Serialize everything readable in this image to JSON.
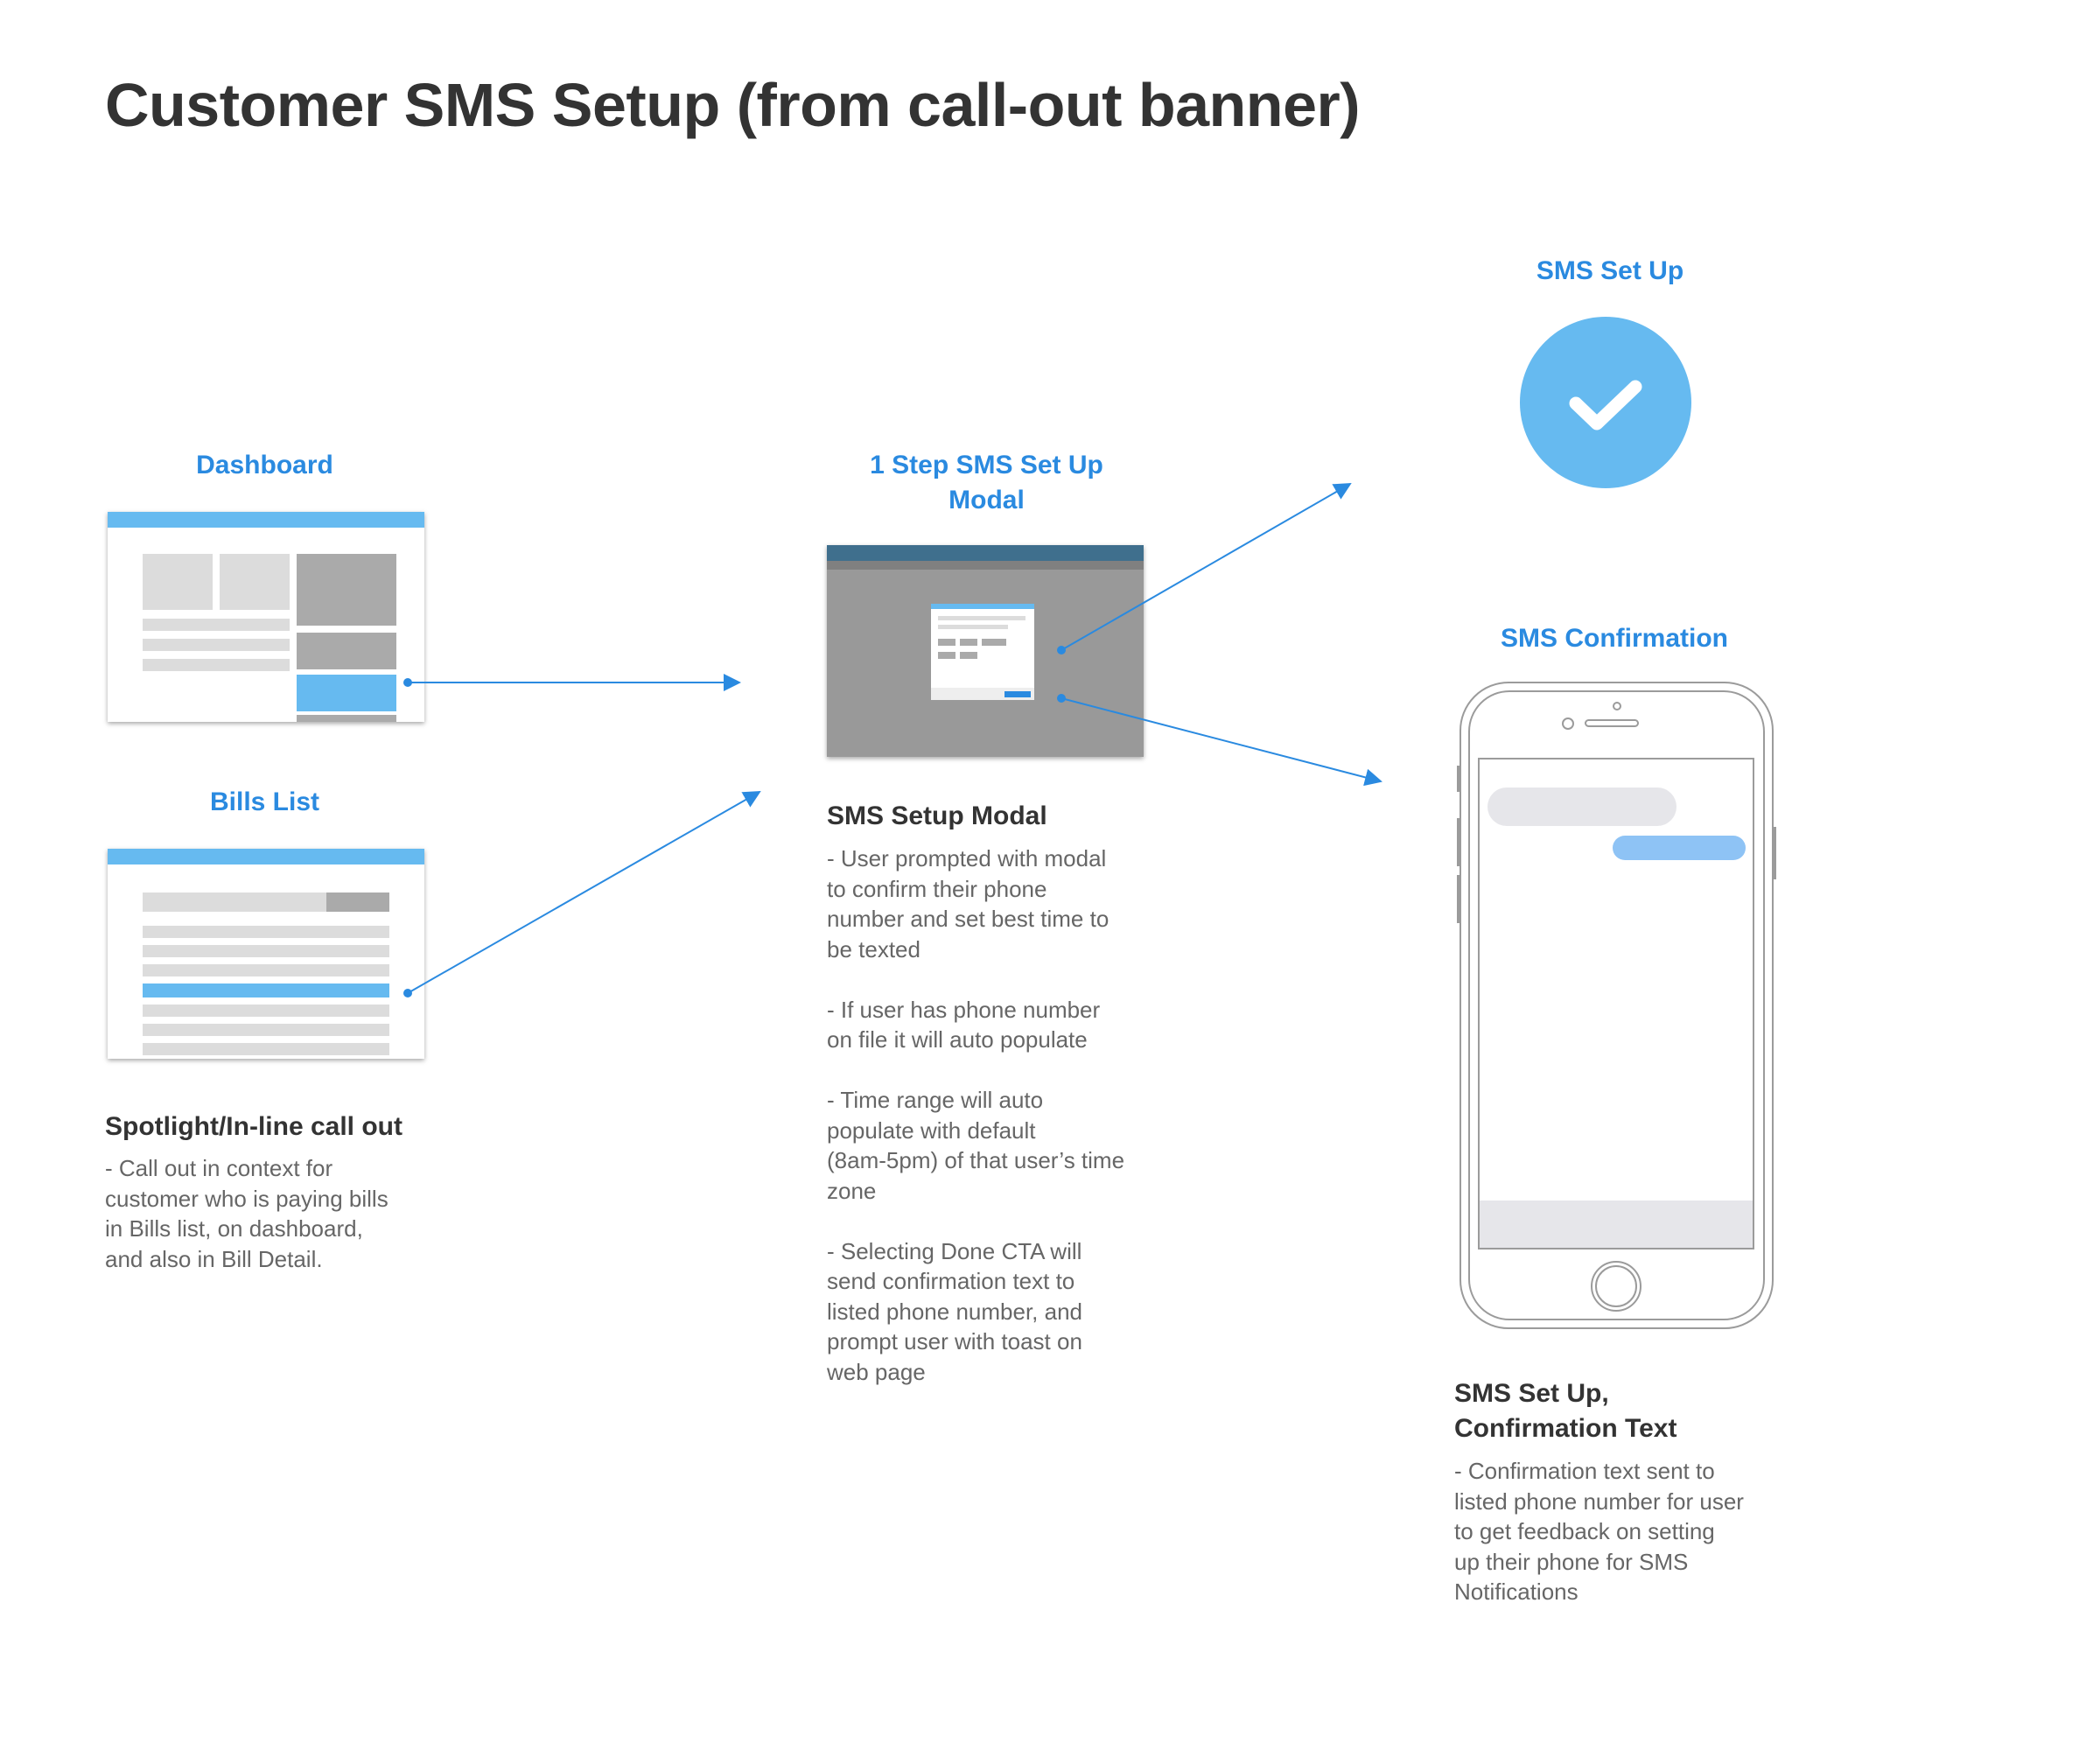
{
  "page": {
    "title": "Customer SMS Setup (from call-out banner)"
  },
  "screens": {
    "dashboard": {
      "label": "Dashboard"
    },
    "bills_list": {
      "label": "Bills List"
    },
    "modal": {
      "label": "1 Step SMS Set Up\nModal"
    },
    "sms_setup": {
      "label": "SMS Set Up"
    },
    "sms_confirmation": {
      "label": "SMS Confirmation"
    }
  },
  "notes": {
    "spotlight": {
      "heading": "Spotlight/In-line call out",
      "body": "- Call out in context for\ncustomer who is paying bills\nin Bills list, on dashboard,\nand also in Bill Detail."
    },
    "modal": {
      "heading": "SMS Setup Modal",
      "body": "- User prompted with modal\nto confirm their phone\nnumber and set best time to\nbe texted\n\n- If user has phone number\non file it will auto populate\n\n- Time range will auto\npopulate with default\n(8am-5pm) of that user’s time\nzone\n\n- Selecting Done CTA will\nsend confirmation text to\nlisted phone number, and\nprompt user with toast on\nweb page"
    },
    "confirmation": {
      "heading": "SMS Set Up,\nConfirmation Text",
      "body": "- Confirmation text sent to\nlisted phone number for user\nto get feedback on setting\nup their phone for SMS\nNotifications"
    }
  },
  "icons": {
    "success": "check-circle-icon",
    "phone": "smartphone-icon"
  },
  "colors": {
    "accent": "#2a8ae0",
    "light_blue": "#66baf0",
    "check_circle": "#66baf0",
    "heading": "#333333",
    "body_text": "#666666"
  }
}
